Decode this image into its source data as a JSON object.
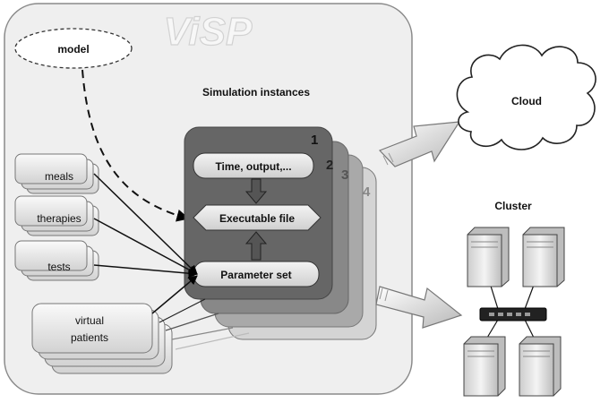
{
  "visp": {
    "title": "ViSP"
  },
  "model": {
    "label": "model"
  },
  "simulation": {
    "title": "Simulation instances",
    "instance_numbers": [
      "1",
      "2",
      "3",
      "4"
    ],
    "time_output_label": "Time, output,...",
    "executable_label": "Executable file",
    "parameter_label": "Parameter set"
  },
  "inputs": [
    {
      "id": "meals",
      "label": "meals"
    },
    {
      "id": "therapies",
      "label": "therapies"
    },
    {
      "id": "tests",
      "label": "tests"
    }
  ],
  "patients": {
    "line1": "virtual",
    "line2": "patients"
  },
  "cloud": {
    "label": "Cloud"
  },
  "cluster": {
    "label": "Cluster"
  },
  "colors": {
    "frame_fill": "#efefef",
    "instance_dark": "#666666",
    "panel_light": "#e4e4e4"
  }
}
